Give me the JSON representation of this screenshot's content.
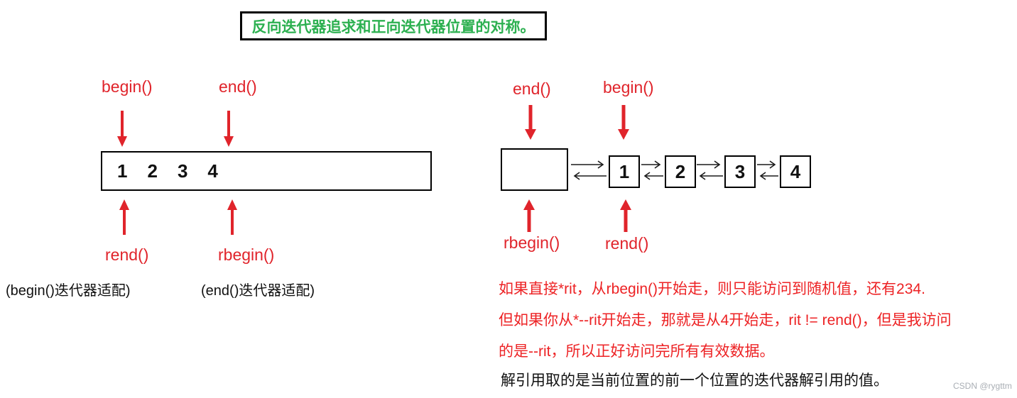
{
  "colors": {
    "red_label": "#e0242b",
    "red_text": "#ed2224",
    "green": "#2cb050",
    "watermark_gray": "#a9aeb4"
  },
  "title": {
    "text": "反向迭代器追求和正向迭代器位置的对称。"
  },
  "left_diagram": {
    "top_labels": {
      "begin": "begin()",
      "end": "end()"
    },
    "array_values": [
      "1",
      "2",
      "3",
      "4"
    ],
    "bottom_labels": {
      "rend": "rend()",
      "rbegin": "rbegin()"
    },
    "captions": {
      "rend": "(begin()迭代器适配)",
      "rbegin": "(end()迭代器适配)"
    }
  },
  "right_diagram": {
    "top_labels": {
      "end": "end()",
      "begin": "begin()"
    },
    "head_node_value": "",
    "nodes": [
      "1",
      "2",
      "3",
      "4"
    ],
    "bottom_labels": {
      "rbegin": "rbegin()",
      "rend": "rend()"
    }
  },
  "notes": {
    "red_lines": [
      "如果直接*rit，从rbegin()开始走，则只能访问到随机值，还有234.",
      "但如果你从*--rit开始走，那就是从4开始走，rit != rend()，但是我访问",
      "的是--rit，所以正好访问完所有有效数据。"
    ],
    "black_line": "解引用取的是当前位置的前一个位置的迭代器解引用的值。"
  },
  "watermark": "CSDN @rygttm"
}
